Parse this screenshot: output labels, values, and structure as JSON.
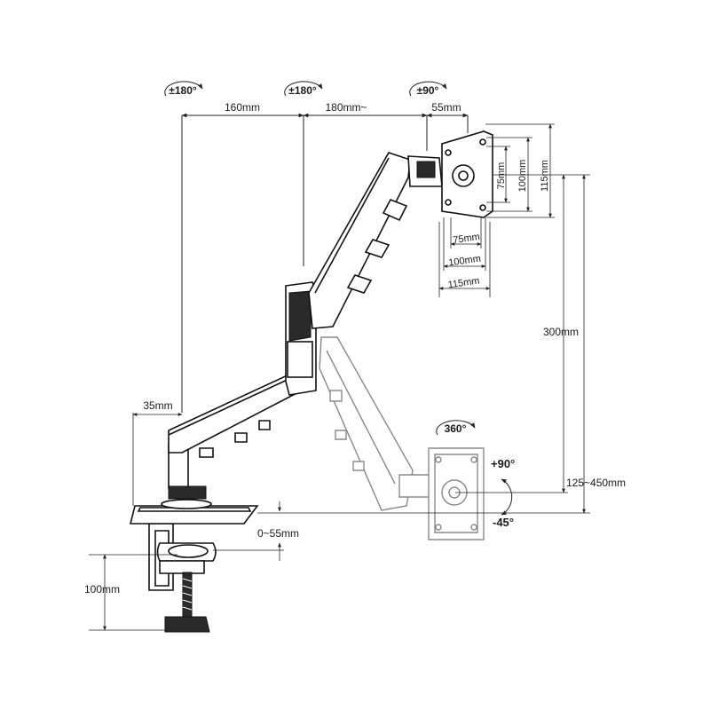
{
  "rotation_badges": {
    "base_joint": "±180°",
    "elbow_joint": "±180°",
    "head_tilt": "±90°",
    "swivel": "360°"
  },
  "dimensions": {
    "arm_first": "160mm",
    "arm_second": "180mm~",
    "head_offset": "55mm",
    "post_offset": "35mm",
    "vesa_small_h": "75mm",
    "vesa_mid_h": "100mm",
    "vesa_large_h": "115mm",
    "vesa_small_w": "75mm",
    "vesa_mid_w": "100mm",
    "vesa_large_w": "115mm",
    "height_range": "300mm",
    "full_height": "125~450mm",
    "desk_offset": "0~55mm",
    "clamp_range": "100mm"
  },
  "tilt": {
    "up": "+90°",
    "down": "-45°"
  }
}
